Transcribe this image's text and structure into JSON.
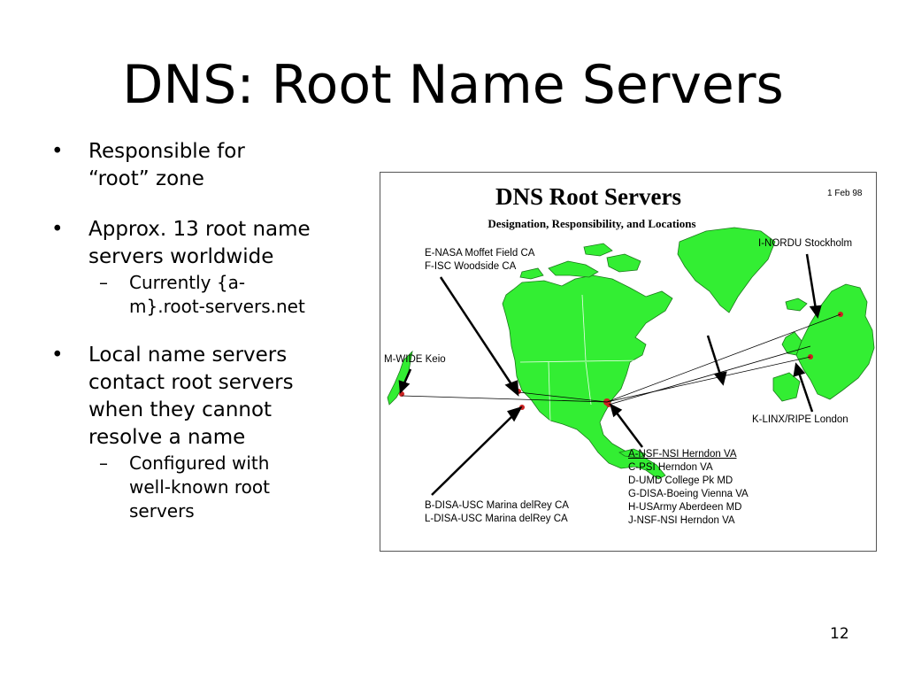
{
  "slide": {
    "title": "DNS: Root Name Servers",
    "page_number": "12"
  },
  "bullets": {
    "b1_line1": "Responsible for",
    "b1_line2": "“root” zone",
    "b2_line1": "Approx. 13 root name",
    "b2_line2": "servers worldwide",
    "b2_sub_line1": "Currently {a-",
    "b2_sub_line2": "m}.root-servers.net",
    "b3_line1": "Local name servers",
    "b3_line2": "contact root servers",
    "b3_line3": "when they cannot",
    "b3_line4": "resolve a name",
    "b3_sub_line1": "Configured with",
    "b3_sub_line2": "well-known root",
    "b3_sub_line3": "servers",
    "bullet_char": "•",
    "dash_char": "–"
  },
  "figure": {
    "title": "DNS Root Servers",
    "subtitle": "Designation, Responsibility, and Locations",
    "date": "1 Feb 98",
    "land_color": "#33ee33",
    "labels": {
      "ef_1": "E-NASA Moffet Field CA",
      "ef_2": "F-ISC Woodside CA",
      "i_1": "I-NORDU Stockholm",
      "m_1": "M-WIDE Keio",
      "k_1": "K-LINX/RIPE London",
      "bl_1": "B-DISA-USC Marina delRey CA",
      "bl_2": "L-DISA-USC Marina delRey CA",
      "east_1": "A-NSF-NSI Herndon VA",
      "east_2": "C-PSI Herndon VA",
      "east_3": "D-UMD College Pk MD",
      "east_4": "G-DISA-Boeing Vienna VA",
      "east_5": "H-USArmy Aberdeen MD",
      "east_6": "J-NSF-NSI Herndon VA"
    }
  }
}
